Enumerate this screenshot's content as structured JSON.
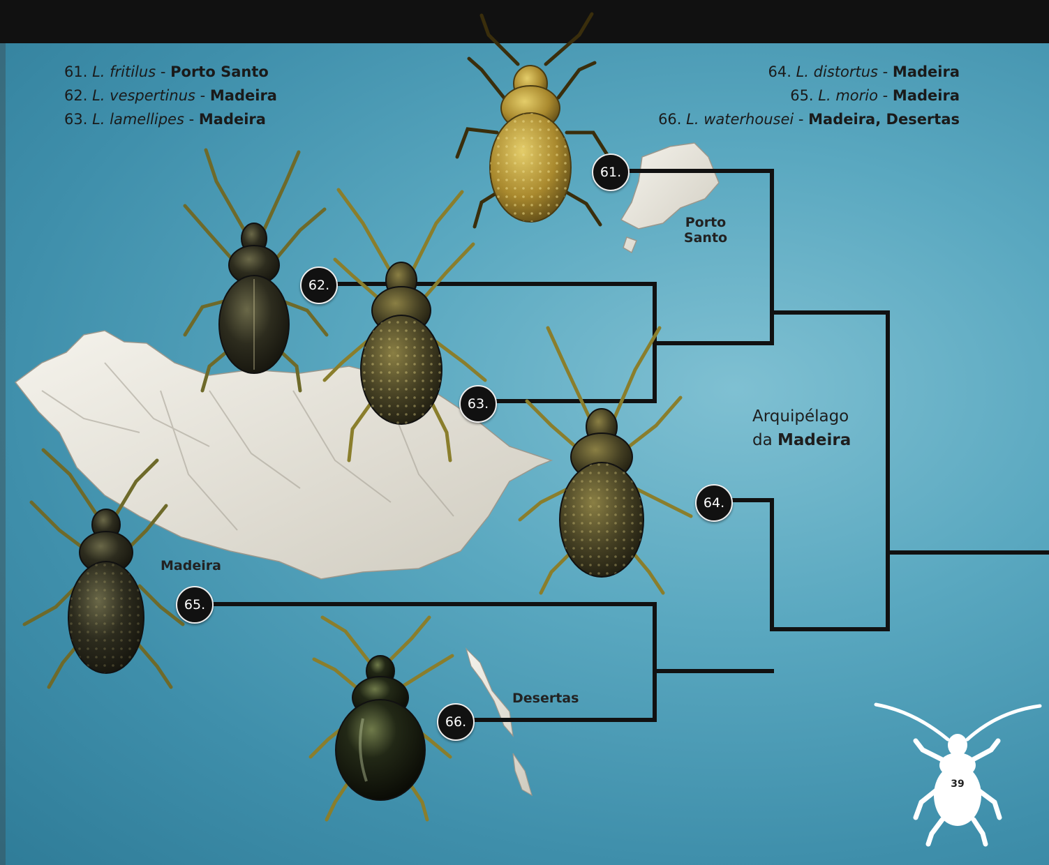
{
  "legend_left": [
    {
      "num": "61.",
      "species": "L. fritilus",
      "sep": "-",
      "location": "Porto Santo"
    },
    {
      "num": "62.",
      "species": "L. vespertinus",
      "sep": "-",
      "location": "Madeira"
    },
    {
      "num": "63.",
      "species": "L. lamellipes",
      "sep": "-",
      "location": "Madeira"
    }
  ],
  "legend_right": [
    {
      "num": "64.",
      "species": "L. distortus",
      "sep": "-",
      "location": "Madeira"
    },
    {
      "num": "65.",
      "species": "L. morio",
      "sep": "-",
      "location": "Madeira"
    },
    {
      "num": "66.",
      "species": "L. waterhousei",
      "sep": "-",
      "location": "Madeira, Desertas"
    }
  ],
  "badges": [
    "61.",
    "62.",
    "63.",
    "64.",
    "65.",
    "66."
  ],
  "labels": {
    "porto_santo_1": "Porto",
    "porto_santo_2": "Santo",
    "madeira": "Madeira",
    "desertas": "Desertas",
    "arch_line1": "Arquipélago",
    "arch_line2_prefix": "da",
    "arch_line2_bold": "Madeira"
  },
  "page_number": "39",
  "colors": {
    "sea": "#4f9fb8",
    "tree_line": "#111111",
    "island": "#ece9e0",
    "beetle_light": "#b89a3a",
    "beetle_dark": "#2b2a1c"
  }
}
